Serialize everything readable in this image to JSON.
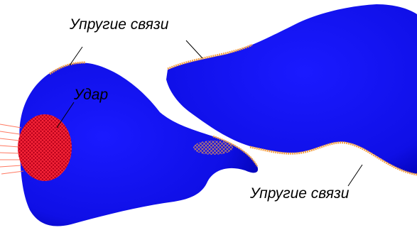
{
  "labels": {
    "elastic_links_top": "Упругие связи",
    "impact": "Удар",
    "elastic_links_bottom": "Упругие связи"
  },
  "colors": {
    "organ_surface": "#1212ee",
    "organ_shadow": "#0000a8",
    "impact_mesh": "#e8102a",
    "elastic_links": "#f3a047",
    "annotation_text": "#000000",
    "background": "#ffffff"
  }
}
